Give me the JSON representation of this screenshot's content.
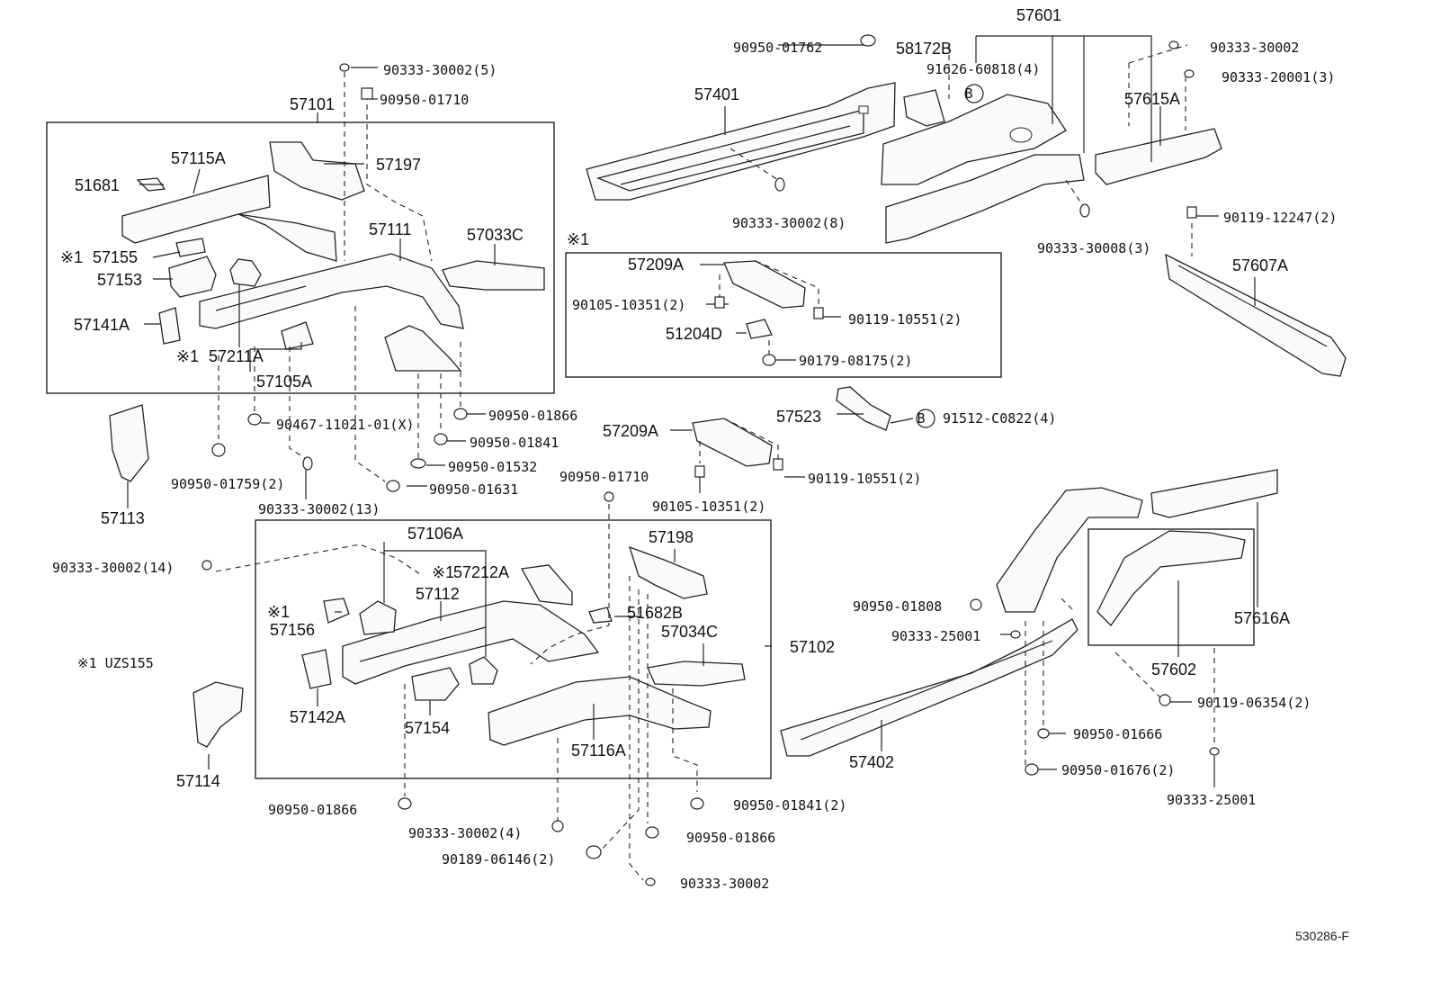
{
  "labels": {
    "p57601": "57601",
    "p90950_01762": "90950-01762",
    "p58172B": "58172B",
    "p91626_60818": "91626-60818(4)",
    "p90333_30002_r": "90333-30002",
    "p90333_20001": "90333-20001(3)",
    "p57401": "57401",
    "p57615A": "57615A",
    "p90333_30002_5": "90333-30002(5)",
    "p90950_01710_top": "90950-01710",
    "p57101": "57101",
    "p57115A": "57115A",
    "p57197": "57197",
    "p51681": "51681",
    "p57111": "57111",
    "p57033C": "57033C",
    "p57155": "57155",
    "p57153": "57153",
    "p57141A": "57141A",
    "p57211A": "57211A",
    "p57105A": "57105A",
    "p90333_30002_8": "90333-30002(8)",
    "p90333_30008": "90333-30008(3)",
    "p90119_12247": "90119-12247(2)",
    "p57607A": "57607A",
    "p57209A_1": "57209A",
    "p90105_10351_1": "90105-10351(2)",
    "p90119_10551_1": "90119-10551(2)",
    "p51204D": "51204D",
    "p90179_08175": "90179-08175(2)",
    "p57523": "57523",
    "p91512": "91512-C0822(4)",
    "p57209A_2": "57209A",
    "p90119_10551_2": "90119-10551(2)",
    "p90105_10351_2": "90105-10351(2)",
    "p90950_01866_a": "90950-01866",
    "p90467": "90467-11021-01(X)",
    "p90950_01841_a": "90950-01841",
    "p90950_01532": "90950-01532",
    "p90950_01631": "90950-01631",
    "p90950_01759": "90950-01759(2)",
    "p90333_30002_13": "90333-30002(13)",
    "p90950_01710_mid": "90950-01710",
    "p57113": "57113",
    "p90333_30002_14": "90333-30002(14)",
    "p57106A": "57106A",
    "p57198": "57198",
    "p57212A": "57212A",
    "p57112": "57112",
    "p51682B": "51682B",
    "p57156": "57156",
    "p57034C": "57034C",
    "p57102": "57102",
    "p57142A": "57142A",
    "p57154": "57154",
    "p57116A": "57116A",
    "p57114": "57114",
    "p90950_01866_b": "90950-01866",
    "p90950_01841_b": "90950-01841(2)",
    "p90333_30002_4": "90333-30002(4)",
    "p90950_01866_c": "90950-01866",
    "p90189": "90189-06146(2)",
    "p90333_30002_bot": "90333-30002",
    "p90950_01808": "90950-01808",
    "p90333_25001_a": "90333-25001",
    "p57616A": "57616A",
    "p57602": "57602",
    "p90119_06354": "90119-06354(2)",
    "p90950_01666": "90950-01666",
    "p90950_01676": "90950-01676(2)",
    "p90333_25001_b": "90333-25001",
    "p57402": "57402"
  },
  "notes": {
    "mark": "※1",
    "note_uzs": "※1 UZS155",
    "circle_b": "B",
    "diagram_code": "530286-F"
  }
}
